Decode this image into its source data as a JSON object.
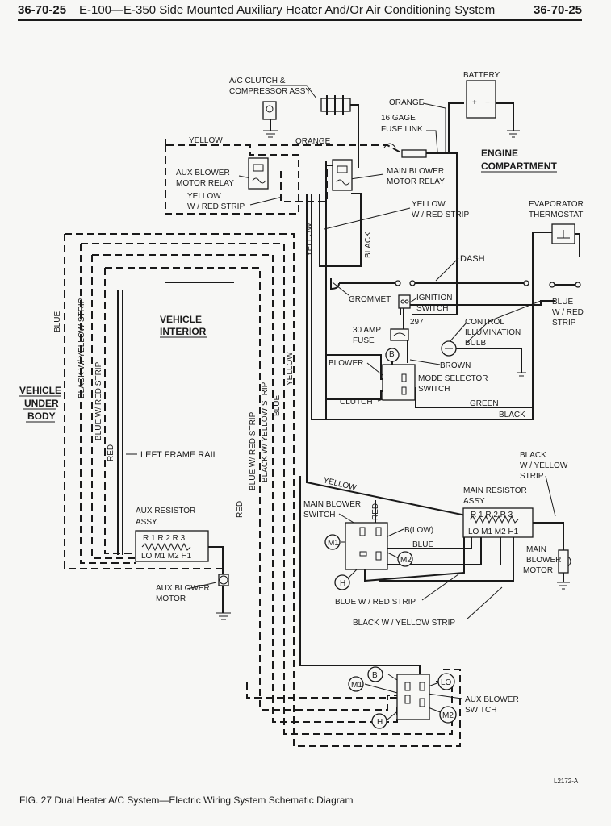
{
  "header": {
    "code_left": "36-70-25",
    "title": "E-100—E-350 Side Mounted Auxiliary Heater And/Or Air Conditioning System",
    "code_right": "36-70-25"
  },
  "labels": {
    "battery": "BATTERY",
    "ac_clutch_1": "A/C CLUTCH &",
    "ac_clutch_2": "COMPRESSOR ASSY",
    "orange_top": "ORANGE",
    "gage_1": "16 GAGE",
    "gage_2": "FUSE LINK",
    "engine_1": "ENGINE",
    "engine_2": "COMPARTMENT",
    "yellow_top": "YELLOW",
    "orange_mid": "ORANGE",
    "aux_relay_1": "AUX BLOWER",
    "aux_relay_2": "MOTOR RELAY",
    "main_relay_1": "MAIN BLOWER",
    "main_relay_2": "MOTOR RELAY",
    "yellow_red_left_1": "YELLOW",
    "yellow_red_left_2": "W / RED STRIP",
    "yellow_red_right_1": "YELLOW",
    "yellow_red_right_2": "W / RED STRIP",
    "evap_1": "EVAPORATOR",
    "evap_2": "THERMOSTAT",
    "yellow_vert": "YELLOW",
    "black_vert": "BLACK",
    "dash": "DASH",
    "grommet": "GROMMET",
    "ignition_1": "IGNITION",
    "ignition_2": "SWITCH",
    "blue_right_1": "BLUE",
    "blue_right_2": "W / RED",
    "blue_right_3": "STRIP",
    "num_297": "297",
    "amp_1": "30 AMP",
    "amp_2": "FUSE",
    "control_1": "CONTROL",
    "control_2": "ILLUMINATION",
    "control_3": "BULB",
    "blower": "BLOWER",
    "brown": "BROWN",
    "mode_1": "MODE SELECTOR",
    "mode_2": "SWITCH",
    "clutch": "CLUTCH",
    "green": "GREEN",
    "black_bottom": "BLACK",
    "interior_1": "VEHICLE",
    "interior_2": "INTERIOR",
    "under_1": "VEHICLE",
    "under_2": "UNDER",
    "under_3": "BODY",
    "blue_v": "BLUE",
    "black_yellow_v": "BLACK W/ YELLOW STRIP",
    "blue_red_v": "BLUE W/ RED STRIP",
    "red_v": "RED",
    "left_frame": "LEFT FRAME RAIL",
    "aux_resistor_1": "AUX RESISTOR",
    "aux_resistor_2": "ASSY.",
    "r_labels": "R 1 R 2 R 3",
    "lo_m1_m2_h1": "LO M1 M2 H1",
    "aux_motor_1": "AUX BLOWER",
    "aux_motor_2": "MOTOR",
    "red_v2": "RED",
    "blue_red_v2": "BLUE W/ RED STRIP",
    "black_yellow_v2": "BLACK W/ YELLOW STRIP",
    "blue_v2": "BLUE",
    "yellow_v2": "YELLOW",
    "yellow_diag": "YELLOW",
    "main_sw_1": "MAIN BLOWER",
    "main_sw_2": "SWITCH",
    "red_v3": "RED",
    "b_low": "B(LOW)",
    "blue_mid": "BLUE",
    "black_yellow_r_1": "BLACK",
    "black_yellow_r_2": "W / YELLOW",
    "black_yellow_r_3": "STRIP",
    "main_resistor_1": "MAIN RESISTOR",
    "main_resistor_2": "ASSY",
    "main_motor_1": "MAIN",
    "main_motor_2": "BLOWER",
    "main_motor_3": "MOTOR",
    "blue_red_bottom": "BLUE W / RED STRIP",
    "black_yellow_bottom": "BLACK W / YELLOW STRIP",
    "aux_switch_1": "AUX BLOWER",
    "aux_switch_2": "SWITCH",
    "term_m1": "M1",
    "term_m2": "M2",
    "term_h": "H",
    "term_b": "B",
    "term_lo": "LO"
  },
  "footer": {
    "figure_code": "L2172-A",
    "caption": "FIG. 27 Dual Heater A/C System—Electric Wiring System Schematic Diagram"
  }
}
